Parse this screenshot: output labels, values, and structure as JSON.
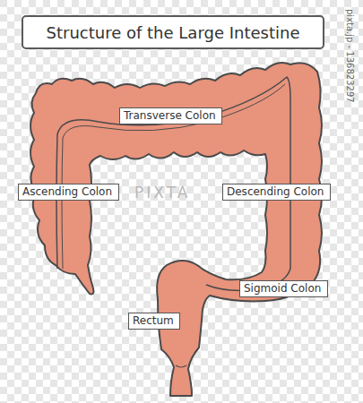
{
  "diagram": {
    "title": "Structure of the Large Intestine",
    "nodes": [
      {
        "text": [
          "Transverse Colon"
        ]
      },
      {
        "text": [
          "Ascending Colon"
        ]
      },
      {
        "text": [
          "Descending Colon"
        ]
      },
      {
        "text": [
          "Sigmoid Colon"
        ]
      },
      {
        "text": [
          "Rectum"
        ]
      }
    ],
    "labels": [
      "PIXTA",
      "pixta.jp - 136823297"
    ]
  }
}
